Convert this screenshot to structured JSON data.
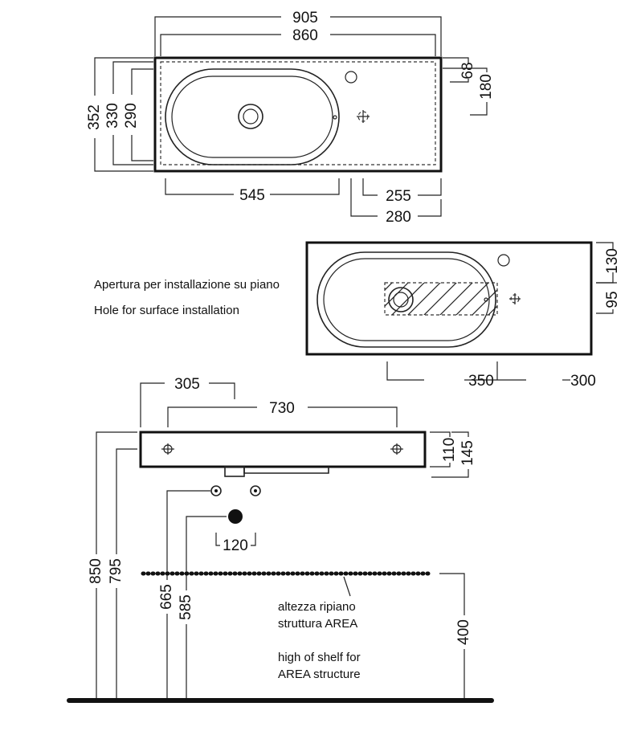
{
  "top_view": {
    "dims": {
      "width_outer": "905",
      "width_inner": "860",
      "depth_outer": "352",
      "depth_mid": "330",
      "depth_inner": "290",
      "tap_offset": "68",
      "waste_offset": "180",
      "bowl_length": "545",
      "tap_from_edge": "255",
      "waste_from_edge": "280"
    }
  },
  "counter_view": {
    "note_it": "Apertura per installazione su piano",
    "note_en": "Hole for surface installation",
    "dims": {
      "back_offset": "130",
      "front_offset": "95",
      "cut_length": "350",
      "cut_from_edge": "300"
    }
  },
  "front_view": {
    "dims": {
      "left_to_hole": "305",
      "hole_spacing": "730",
      "body_height": "110",
      "total_height": "145",
      "height_top": "850",
      "height_bottom": "795",
      "supply_height": "665",
      "waste_height": "585",
      "supply_spacing": "120",
      "shelf_height": "400"
    },
    "shelf_note_it_1": "altezza ripiano",
    "shelf_note_it_2": "struttura AREA",
    "shelf_note_en_1": "high of shelf for",
    "shelf_note_en_2": "AREA structure"
  }
}
